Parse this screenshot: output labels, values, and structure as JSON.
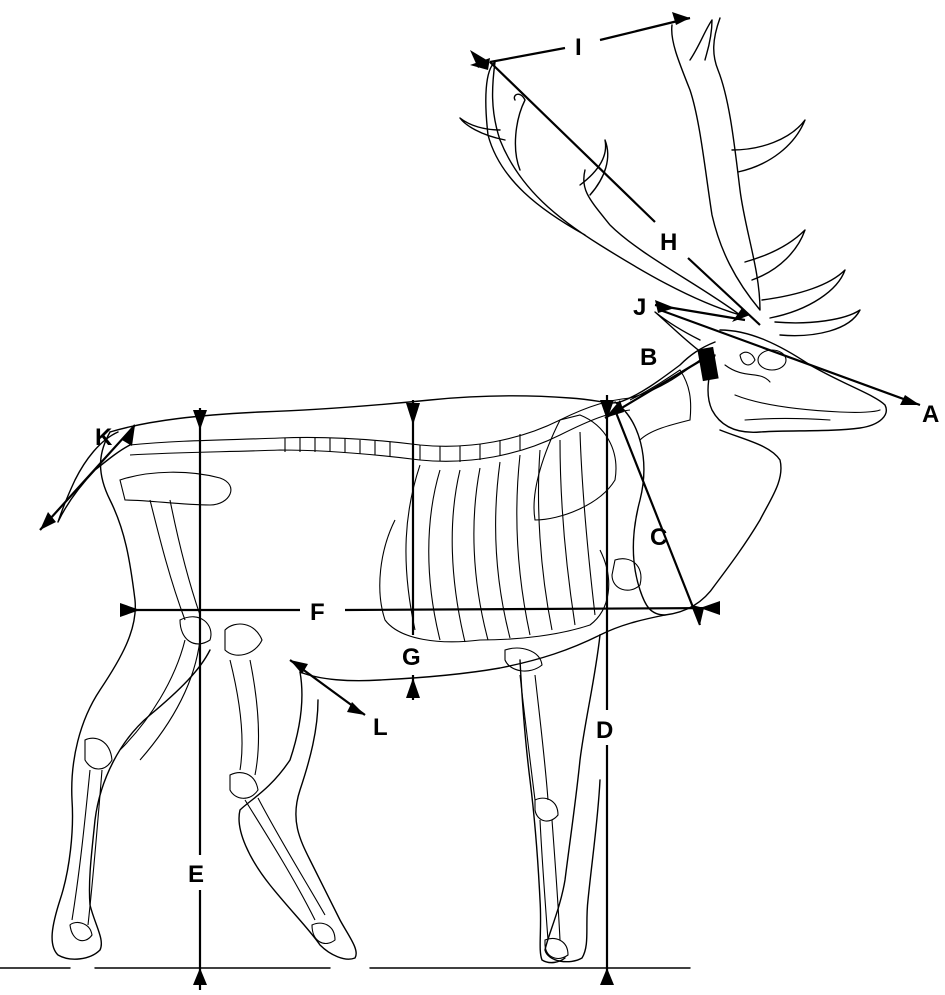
{
  "measurements": [
    {
      "id": "A",
      "label": "A"
    },
    {
      "id": "B",
      "label": "B"
    },
    {
      "id": "C",
      "label": "C"
    },
    {
      "id": "D",
      "label": "D"
    },
    {
      "id": "E",
      "label": "E"
    },
    {
      "id": "F",
      "label": "F"
    },
    {
      "id": "G",
      "label": "G"
    },
    {
      "id": "H",
      "label": "H"
    },
    {
      "id": "I",
      "label": "I"
    },
    {
      "id": "J",
      "label": "J"
    },
    {
      "id": "K",
      "label": "K"
    },
    {
      "id": "L",
      "label": "L"
    }
  ]
}
